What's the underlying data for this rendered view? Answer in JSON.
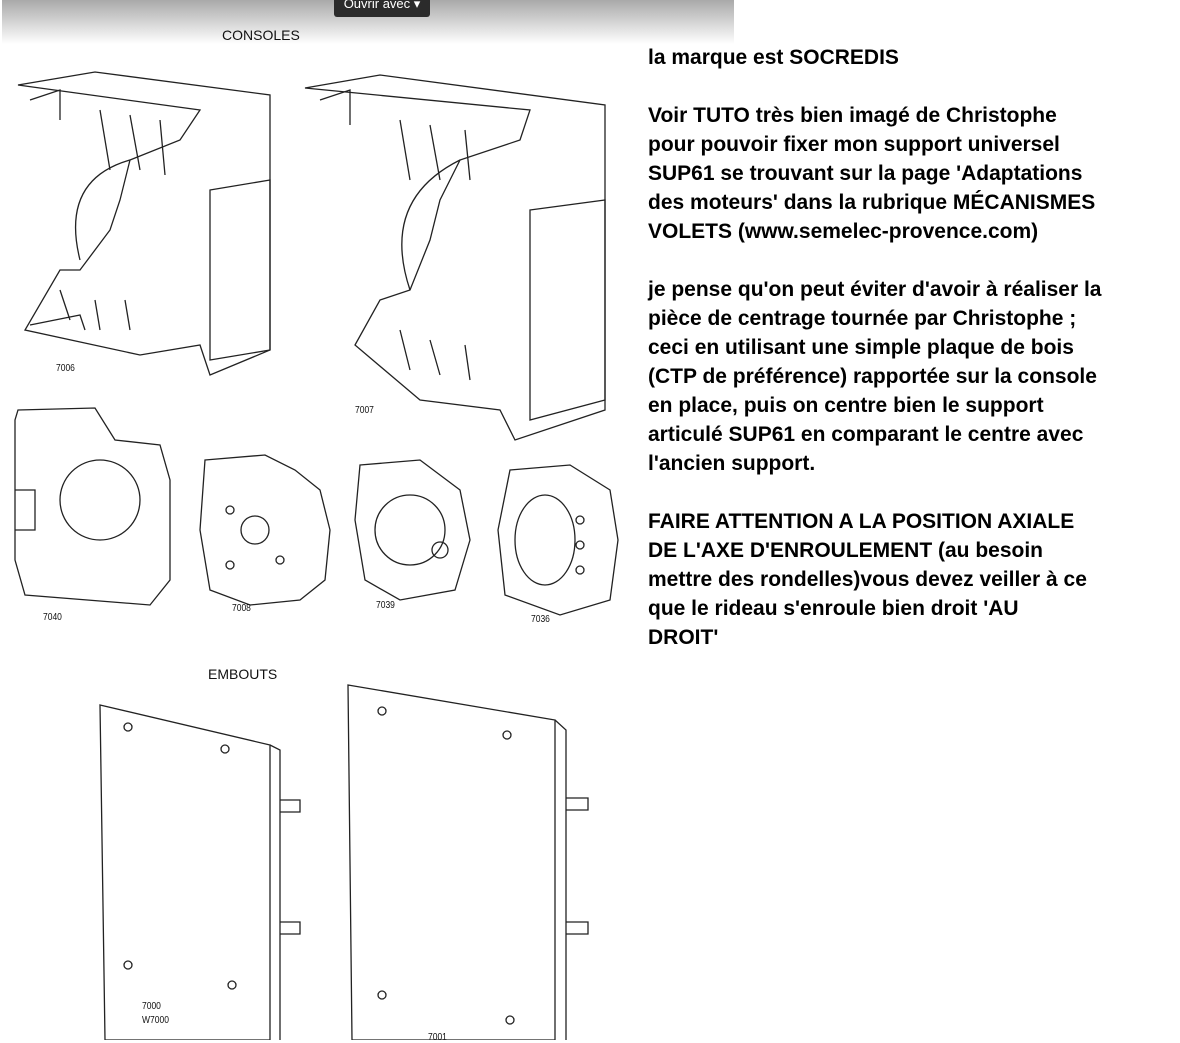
{
  "toolbar": {
    "open_with_label": "Ouvrir avec",
    "chevron": "▾"
  },
  "catalog": {
    "consoles_title": "CONSOLES",
    "embouts_title": "EMBOUTS",
    "refs": [
      "7006",
      "7007",
      "7040",
      "7008",
      "7039",
      "7036",
      "7000",
      "W7000",
      "7001"
    ]
  },
  "text": {
    "paragraphs": [
      [
        "la marque est SOCREDIS"
      ],
      [
        "Voir TUTO très bien imagé de Christophe",
        "pour pouvoir fixer mon support universel",
        "SUP61 se trouvant sur la page 'Adaptations",
        "des moteurs' dans la rubrique MÉCANISMES",
        "VOLETS (www.semelec-provence.com)"
      ],
      [
        "je pense qu'on peut éviter d'avoir à réaliser la",
        "pièce de centrage tournée par Christophe ;",
        "ceci en utilisant une simple plaque de bois",
        "(CTP de préférence) rapportée sur la console",
        "en place, puis on centre bien le support",
        "articulé SUP61 en comparant le centre avec",
        "l'ancien support."
      ],
      [
        "FAIRE ATTENTION A LA POSITION AXIALE",
        "DE L'AXE D'ENROULEMENT (au besoin",
        "mettre des rondelles)vous devez veiller à ce",
        "que le rideau s'enroule bien  droit  'AU",
        "DROIT'"
      ]
    ]
  }
}
